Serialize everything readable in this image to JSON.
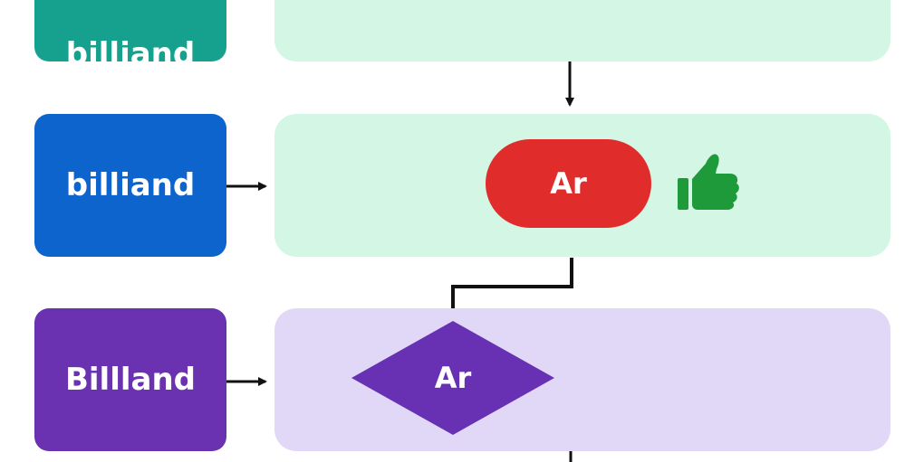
{
  "rows": [
    {
      "label": "billiand",
      "color": "#16a08e",
      "lane_color": "#d4f6e4"
    },
    {
      "label": "billiand",
      "color": "#0d64cc",
      "lane_color": "#d4f6e4"
    },
    {
      "label": "Billland",
      "color": "#6a32b0",
      "lane_color": "#e1d8f7"
    }
  ],
  "nodes": {
    "pill": {
      "text": "Ar",
      "color": "#e12c2c"
    },
    "diamond": {
      "text": "Ar",
      "color": "#6830b2"
    },
    "thumbs_up": {
      "icon": "thumbs-up-icon",
      "color": "#1e9a3a"
    }
  },
  "colors": {
    "connector": "#111111"
  }
}
